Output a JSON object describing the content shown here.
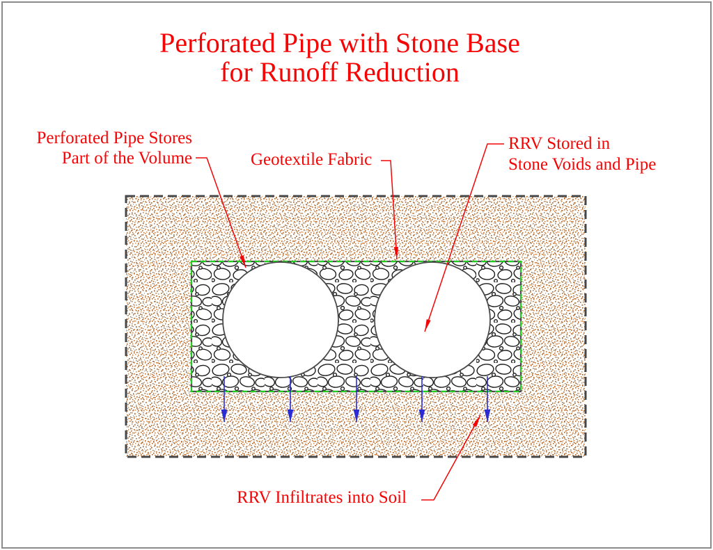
{
  "title": {
    "line1": "Perforated Pipe with Stone Base",
    "line2": "for Runoff Reduction"
  },
  "labels": {
    "pipe_stores": {
      "line1": "Perforated Pipe Stores",
      "line2": "Part of the Volume"
    },
    "geotextile": {
      "text": "Geotextile Fabric"
    },
    "rrv_stored": {
      "line1": "RRV Stored in",
      "line2": "Stone Voids and Pipe"
    },
    "rrv_infiltrates": {
      "text": "RRV Infiltrates into Soil"
    }
  },
  "diagram": {
    "pipe_count": 2,
    "infiltration_arrow_count": 5,
    "legend": "cross-section of two perforated pipes embedded in a stone base surrounded by soil"
  },
  "colors": {
    "annotation_red": "#f40404",
    "infiltration_blue": "#2b2bd4",
    "geotextile_green": "#22cc22",
    "soil_brown": "#bb743c",
    "soil_border_gray": "#474747",
    "stone_outline": "#1c1c1c",
    "pipe_outline": "#4a4a4a",
    "frame_gray": "#8a8a8a"
  }
}
